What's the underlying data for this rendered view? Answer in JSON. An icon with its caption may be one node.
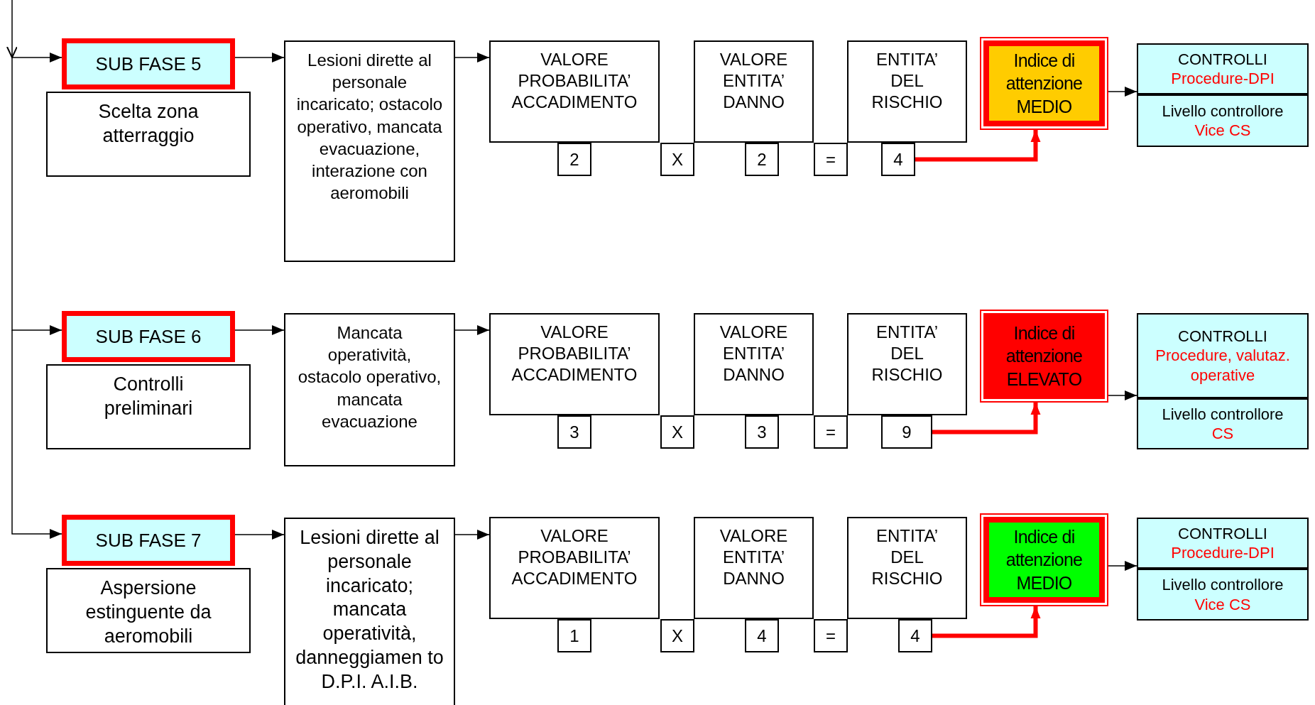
{
  "diagram": {
    "nodes": [
      {
        "text": [
          "SUB FASE 5"
        ]
      },
      {
        "text": [
          "Scelta zona atterraggio"
        ]
      },
      {
        "text": [
          "Lesioni dirette al personale incaricato; ostacolo operativo, mancata evacuazione, interazione con aeromobili"
        ]
      },
      {
        "text": [
          "VALORE PROBABILITA’ ACCADIMENTO"
        ]
      },
      {
        "text": [
          "VALORE ENTITA’ DANNO"
        ]
      },
      {
        "text": [
          "ENTITA’ DEL RISCHIO"
        ]
      },
      {
        "text": [
          "2"
        ]
      },
      {
        "text": [
          "X"
        ]
      },
      {
        "text": [
          "2"
        ]
      },
      {
        "text": [
          "="
        ]
      },
      {
        "text": [
          "4"
        ]
      },
      {
        "text": [
          "Indice di attenzione",
          "MEDIO"
        ]
      },
      {
        "text": [
          "CONTROLLI",
          "Procedure-DPI"
        ]
      },
      {
        "text": [
          "Livello controllore",
          "Vice CS"
        ]
      },
      {
        "text": [
          "SUB FASE 6"
        ]
      },
      {
        "text": [
          "Controlli preliminari"
        ]
      },
      {
        "text": [
          "Mancata operatività, ostacolo operativo, mancata evacuazione"
        ]
      },
      {
        "text": [
          "VALORE PROBABILITA’ ACCADIMENTO"
        ]
      },
      {
        "text": [
          "VALORE ENTITA’ DANNO"
        ]
      },
      {
        "text": [
          "ENTITA’ DEL RISCHIO"
        ]
      },
      {
        "text": [
          "3"
        ]
      },
      {
        "text": [
          "X"
        ]
      },
      {
        "text": [
          "3"
        ]
      },
      {
        "text": [
          "="
        ]
      },
      {
        "text": [
          "9"
        ]
      },
      {
        "text": [
          "Indice di attenzione",
          "ELEVATO"
        ]
      },
      {
        "text": [
          "CONTROLLI",
          "Procedure, valutaz. operative"
        ]
      },
      {
        "text": [
          "Livello controllore",
          "CS"
        ]
      },
      {
        "text": [
          "SUB FASE 7"
        ]
      },
      {
        "text": [
          "Aspersione estinguente da aeromobili"
        ]
      },
      {
        "text": [
          "Lesioni dirette al personale incaricato; mancata operatività, danneggiamen to D.P.I.  A.I.B."
        ]
      },
      {
        "text": [
          "VALORE PROBABILITA’ ACCADIMENTO"
        ]
      },
      {
        "text": [
          "VALORE ENTITA’ DANNO"
        ]
      },
      {
        "text": [
          "ENTITA’ DEL RISCHIO"
        ]
      },
      {
        "text": [
          "1"
        ]
      },
      {
        "text": [
          "X"
        ]
      },
      {
        "text": [
          "4"
        ]
      },
      {
        "text": [
          "="
        ]
      },
      {
        "text": [
          "4"
        ]
      },
      {
        "text": [
          "Indice di attenzione",
          "MEDIO"
        ]
      },
      {
        "text": [
          "CONTROLLI",
          "Procedure-DPI"
        ]
      },
      {
        "text": [
          "Livello controllore",
          "Vice CS"
        ]
      }
    ],
    "edges": [
      {
        "from": null,
        "to": 0,
        "arrow": "to"
      },
      {
        "from": 0,
        "to": 2,
        "arrow": "to"
      },
      {
        "from": 2,
        "to": 3,
        "arrow": "to"
      },
      {
        "from": 10,
        "to": 11,
        "arrow": "to",
        "style": "thick",
        "color": "#ff0000"
      },
      {
        "from": 11,
        "to": 12,
        "arrow": "to"
      },
      {
        "from": null,
        "to": 14,
        "arrow": "to"
      },
      {
        "from": 14,
        "to": 16,
        "arrow": "to"
      },
      {
        "from": 16,
        "to": 17,
        "arrow": "to"
      },
      {
        "from": 24,
        "to": 25,
        "arrow": "to",
        "style": "thick",
        "color": "#ff0000"
      },
      {
        "from": 25,
        "to": 26,
        "arrow": "to"
      },
      {
        "from": null,
        "to": 28,
        "arrow": "to"
      },
      {
        "from": 28,
        "to": 30,
        "arrow": "to"
      },
      {
        "from": 30,
        "to": 31,
        "arrow": "to"
      },
      {
        "from": 38,
        "to": 39,
        "arrow": "to",
        "style": "thick",
        "color": "#ff0000"
      },
      {
        "from": 39,
        "to": 40,
        "arrow": "to"
      }
    ]
  }
}
